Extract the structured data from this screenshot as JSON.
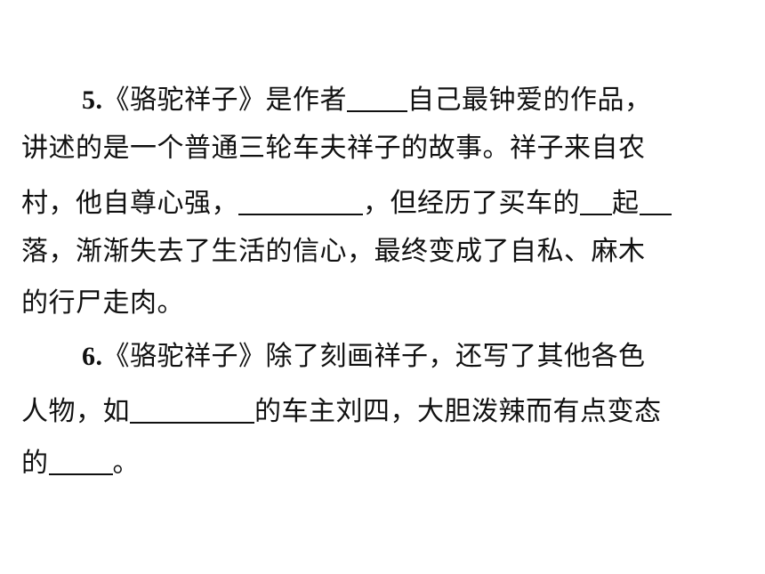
{
  "questions": [
    {
      "number": "5.",
      "lines": [
        {
          "a": "《骆驼祥子》是作者",
          "b": "自己最钟爱的作品，"
        },
        {
          "a": "讲述的是一个普通三轮车夫祥子的故事。祥子来自农"
        },
        {
          "a": "村，他自尊心强，",
          "b": "，但经历了买车的",
          "c": "起",
          "d": ""
        },
        {
          "a": "落，渐渐失去了生活的信心，最终变成了自私、麻木"
        },
        {
          "a": "的行尸走肉。"
        }
      ]
    },
    {
      "number": "6.",
      "lines": [
        {
          "a": "《骆驼祥子》除了刻画祥子，还写了其他各色"
        },
        {
          "a": "人物，如",
          "b": "的车主刘四，大胆泼辣而有点变态"
        },
        {
          "a": "的",
          "b": "。"
        }
      ]
    }
  ]
}
